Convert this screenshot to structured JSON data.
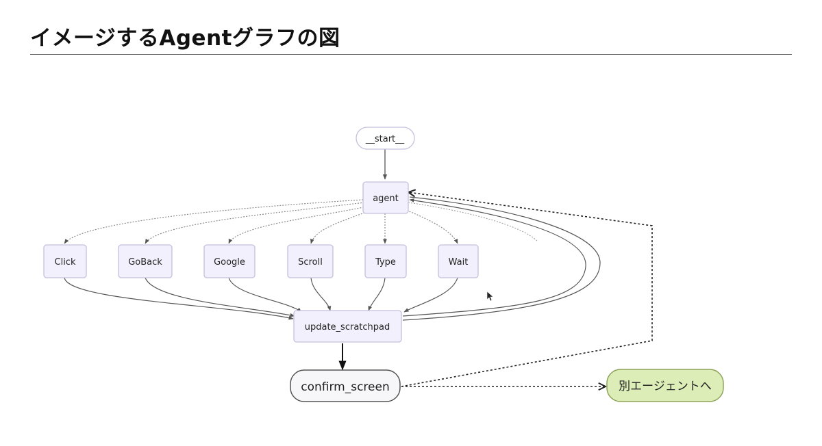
{
  "slide": {
    "title": "イメージするAgentグラフの図"
  },
  "diagram": {
    "nodes": {
      "start": "__start__",
      "agent": "agent",
      "tools": [
        "Click",
        "GoBack",
        "Google",
        "Scroll",
        "Type",
        "Wait"
      ],
      "update_scratchpad": "update_scratchpad",
      "confirm_screen": "confirm_screen",
      "other_agent": "別エージェントへ"
    },
    "colors": {
      "node_fill": "#f1f0fc",
      "node_stroke": "#c3c0dc",
      "start_fill": "#ffffff",
      "confirm_fill": "#f7f7fa",
      "other_agent_fill": "#dcedb8",
      "other_agent_stroke": "#8ea35a",
      "edge": "#555555"
    }
  }
}
